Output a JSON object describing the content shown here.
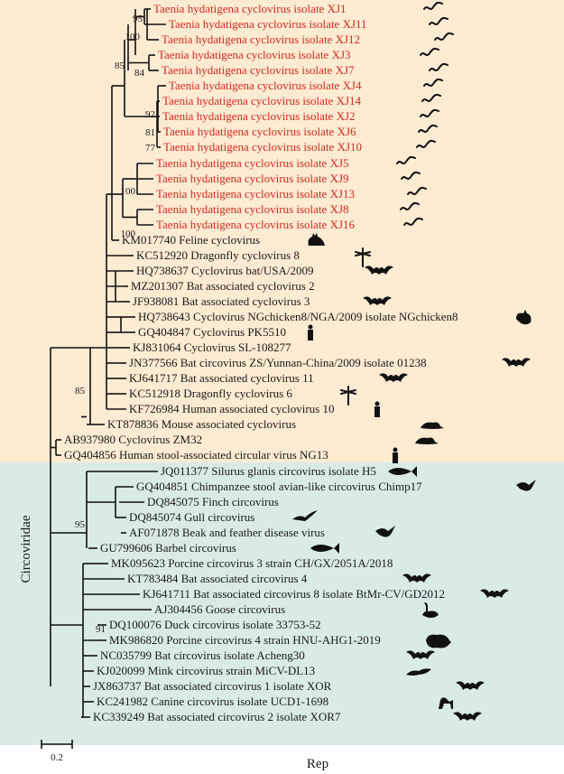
{
  "figure": {
    "gene": "Rep",
    "family": "Circoviridae",
    "scale_value": "0.2",
    "colors": {
      "group_a_bg": "#fdebd2",
      "group_b_bg": "#d9ebe6",
      "highlight_text": "#d42a20",
      "text": "#1a1a1a"
    }
  },
  "taxa": [
    {
      "label": "Taenia hydatigena cyclovirus isolate XJ1",
      "highlight": true,
      "icon": "worm-icon"
    },
    {
      "label": "Taenia hydatigena cyclovirus isolate XJ11",
      "highlight": true,
      "icon": "worm-icon"
    },
    {
      "label": "Taenia hydatigena cyclovirus isolate XJ12",
      "highlight": true,
      "icon": "worm-icon"
    },
    {
      "label": "Taenia hydatigena cyclovirus isolate XJ3",
      "highlight": true,
      "icon": "worm-icon"
    },
    {
      "label": "Taenia hydatigena cyclovirus isolate XJ7",
      "highlight": true,
      "icon": "worm-icon"
    },
    {
      "label": "Taenia hydatigena cyclovirus isolate XJ4",
      "highlight": true,
      "icon": "worm-icon"
    },
    {
      "label": "Taenia hydatigena cyclovirus isolate XJ14",
      "highlight": true,
      "icon": "worm-icon"
    },
    {
      "label": "Taenia hydatigena cyclovirus isolate XJ2",
      "highlight": true,
      "icon": "worm-icon"
    },
    {
      "label": "Taenia hydatigena cyclovirus isolate XJ6",
      "highlight": true,
      "icon": "worm-icon"
    },
    {
      "label": "Taenia hydatigena cyclovirus isolate XJ10",
      "highlight": true,
      "icon": "worm-icon"
    },
    {
      "label": "Taenia hydatigena cyclovirus isolate XJ5",
      "highlight": true,
      "icon": "worm-icon"
    },
    {
      "label": "Taenia hydatigena cyclovirus isolate XJ9",
      "highlight": true,
      "icon": "worm-icon"
    },
    {
      "label": "Taenia hydatigena cyclovirus isolate XJ13",
      "highlight": true,
      "icon": "worm-icon"
    },
    {
      "label": "Taenia hydatigena cyclovirus isolate XJ8",
      "highlight": true,
      "icon": "worm-icon"
    },
    {
      "label": "Taenia hydatigena cyclovirus isolate XJ16",
      "highlight": true,
      "icon": "worm-icon"
    },
    {
      "label": "KM017740 Feline cyclovirus",
      "highlight": false,
      "icon": "cat-icon"
    },
    {
      "label": "KC512920 Dragonfly cyclovirus 8",
      "highlight": false,
      "icon": "dragonfly-icon"
    },
    {
      "label": "HQ738637 Cyclovirus bat/USA/2009",
      "highlight": false,
      "icon": "bat-icon"
    },
    {
      "label": "MZ201307 Bat associated cyclovirus 2",
      "highlight": false,
      "icon": ""
    },
    {
      "label": "JF938081 Bat associated cyclovirus 3",
      "highlight": false,
      "icon": "bat-icon"
    },
    {
      "label": "HQ738643 Cyclovirus NGchicken8/NGA/2009 isolate NGchicken8",
      "highlight": false,
      "icon": "chicken-icon"
    },
    {
      "label": "GQ404847 Cyclovirus PK5510",
      "highlight": false,
      "icon": "human-icon"
    },
    {
      "label": "KJ831064 Cyclovirus SL-108277",
      "highlight": false,
      "icon": ""
    },
    {
      "label": "JN377566 Bat circovirus ZS/Yunnan-China/2009 isolate 01238",
      "highlight": false,
      "icon": "bat-icon"
    },
    {
      "label": "KJ641717 Bat associated cyclovirus 11",
      "highlight": false,
      "icon": "bat-icon"
    },
    {
      "label": "KC512918 Dragonfly cyclovirus 6",
      "highlight": false,
      "icon": "dragonfly-icon"
    },
    {
      "label": "KF726984 Human associated cyclovirus 10",
      "highlight": false,
      "icon": "human-icon"
    },
    {
      "label": "KT878836 Mouse associated cyclovirus",
      "highlight": false,
      "icon": "mouse-icon"
    },
    {
      "label": "AB937980 Cyclovirus ZM32",
      "highlight": false,
      "icon": "mouse-icon"
    },
    {
      "label": "GQ404856 Human stool-associated circular virus NG13",
      "highlight": false,
      "icon": "human-icon"
    },
    {
      "label": "JQ011377 Silurus glanis circovirus isolate H5",
      "highlight": false,
      "icon": "fish-icon"
    },
    {
      "label": "GQ404851 Chimpanzee stool avian-like circovirus Chimp17",
      "highlight": false,
      "icon": "bird-icon"
    },
    {
      "label": "DQ845075 Finch circovirus",
      "highlight": false,
      "icon": ""
    },
    {
      "label": "DQ845074 Gull circovirus",
      "highlight": false,
      "icon": "gull-icon"
    },
    {
      "label": "AF071878 Beak and feather disease virus",
      "highlight": false,
      "icon": "bird-icon"
    },
    {
      "label": "GU799606 Barbel circovirus",
      "highlight": false,
      "icon": "fish-icon"
    },
    {
      "label": "MK095623 Porcine circovirus 3 strain CH/GX/2051A/2018",
      "highlight": false,
      "icon": ""
    },
    {
      "label": "KT783484 Bat associated circovirus 4",
      "highlight": false,
      "icon": "bat-icon"
    },
    {
      "label": "KJ641711 Bat associated circovirus 8 isolate BtMr-CV/GD2012",
      "highlight": false,
      "icon": "bat-icon"
    },
    {
      "label": "AJ304456 Goose circovirus",
      "highlight": false,
      "icon": "goose-icon"
    },
    {
      "label": "DQ100076 Duck circovirus isolate 33753-52",
      "highlight": false,
      "icon": ""
    },
    {
      "label": "MK986820 Porcine circovirus 4 strain HNU-AHG1-2019",
      "highlight": false,
      "icon": "pig-icon"
    },
    {
      "label": "NC035799 Bat circovirus isolate Acheng30",
      "highlight": false,
      "icon": "bat-icon"
    },
    {
      "label": "KJ020099 Mink circovirus strain MiCV-DL13",
      "highlight": false,
      "icon": "mink-icon"
    },
    {
      "label": "JX863737 Bat associated circovirus 1 isolate XOR",
      "highlight": false,
      "icon": "bat-icon"
    },
    {
      "label": "KC241982 Canine circovirus isolate UCD1-1698",
      "highlight": false,
      "icon": "dog-icon"
    },
    {
      "label": "KC339249 Bat associated circovirus 2 isolate XOR7",
      "highlight": false,
      "icon": "bat-icon"
    }
  ],
  "bootstrap": [
    {
      "node": "XJ1-XJ11",
      "value": "95"
    },
    {
      "node": "XJ1-XJ12",
      "value": "100"
    },
    {
      "node": "XJ3-XJ7",
      "value": "84"
    },
    {
      "node": "XJ1-XJ10",
      "value": "85"
    },
    {
      "node": "XJ14-XJ10",
      "value": "92"
    },
    {
      "node": "XJ2-XJ6",
      "value": "81"
    },
    {
      "node": "XJ2-XJ10",
      "value": "77"
    },
    {
      "node": "XJ5-XJ13",
      "value": "100"
    },
    {
      "node": "XJ8-XJ16",
      "value": "100"
    },
    {
      "node": "cyclovirus",
      "value": "85"
    },
    {
      "node": "finch-beak",
      "value": "95"
    },
    {
      "node": "goose-duck",
      "value": "91"
    }
  ]
}
